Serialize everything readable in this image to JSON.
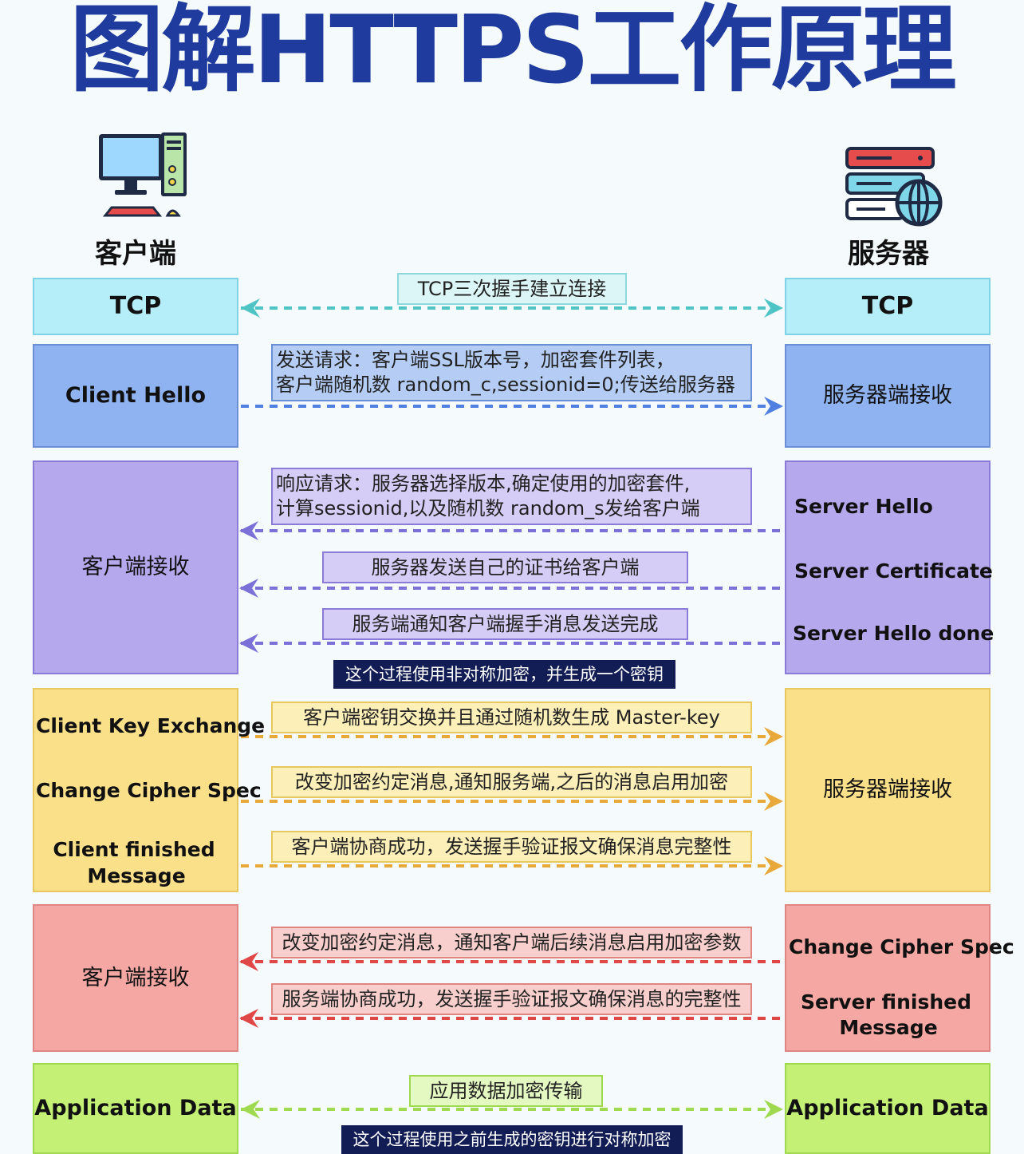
{
  "title": "图解HTTPS工作原理",
  "actors": {
    "client": "客户端",
    "server": "服务器"
  },
  "colors": {
    "title": "#1f3b9e",
    "tcp": "#b5eef8",
    "tcp_border": "#7fd3e6",
    "tcp_arrow": "#4fc4c4",
    "hello": "#8fb2f0",
    "hello_border": "#6a8fd6",
    "hello_arrow": "#4f7fe0",
    "server_hello": "#b5a8ec",
    "server_hello_border": "#8a7bd8",
    "server_hello_arrow": "#7b6fd8",
    "key": "#fbe08a",
    "key_border": "#e8c660",
    "key_arrow": "#e8a93a",
    "finish": "#f4a7a3",
    "finish_border": "#e08682",
    "finish_arrow": "#e04848",
    "app": "#c3f075",
    "app_border": "#9fd94f",
    "app_arrow": "#9fd94f",
    "note_bg": "#121d55"
  },
  "rows": {
    "tcp": {
      "client": "TCP",
      "server": "TCP",
      "label": "TCP三次握手建立连接"
    },
    "hello": {
      "client": "Client Hello",
      "server": "服务器端接收",
      "label_lines": [
        "发送请求：客户端SSL版本号，加密套件列表，",
        "客户端随机数 random_c,sessionid=0;传送给服务器"
      ]
    },
    "server_hello": {
      "client": "客户端接收",
      "server_items": [
        "Server Hello",
        "Server Certificate",
        "Server Hello done"
      ],
      "labels": [
        [
          "响应请求：服务器选择版本,确定使用的加密套件,",
          "计算sessionid,以及随机数 random_s发给客户端"
        ],
        [
          "服务器发送自己的证书给客户端"
        ],
        [
          "服务端通知客户端握手消息发送完成"
        ]
      ],
      "note": "这个过程使用非对称加密，并生成一个密钥"
    },
    "key_exchange": {
      "client_items": [
        "Client Key Exchange",
        "Change Cipher Spec",
        "Client finished",
        "Message"
      ],
      "server": "服务器端接收",
      "labels": [
        "客户端密钥交换并且通过随机数生成 Master-key",
        "改变加密约定消息,通知服务端,之后的消息启用加密",
        "客户端协商成功，发送握手验证报文确保消息完整性"
      ]
    },
    "finish": {
      "client": "客户端接收",
      "server_items": [
        "Change Cipher Spec",
        "Server finished",
        "Message"
      ],
      "labels": [
        "改变加密约定消息，通知客户端后续消息启用加密参数",
        "服务端协商成功，发送握手验证报文确保消息的完整性"
      ]
    },
    "app": {
      "client": "Application Data",
      "server": "Application Data",
      "label": "应用数据加密传输",
      "note": "这个过程使用之前生成的密钥进行对称加密"
    }
  },
  "icons": {
    "client": "computer-icon",
    "server": "server-globe-icon"
  }
}
